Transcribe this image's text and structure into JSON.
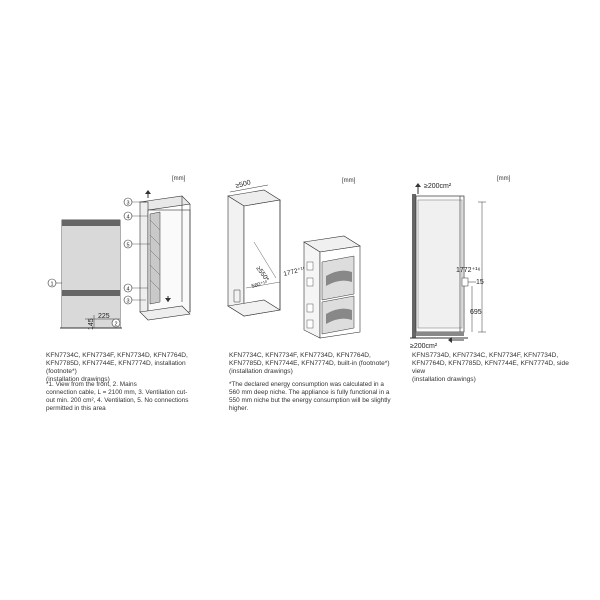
{
  "panels": [
    {
      "unit": "[mm]",
      "dimensions": [
        "225",
        "145"
      ],
      "callouts": [
        "1",
        "2",
        "3",
        "4",
        "5"
      ],
      "caption": "KFN7734C, KFN7734F, KFN7734D, KFN7764D,\nKFN7785D, KFN7744E, KFN7774D, installation (footnote*)\n(installation drawings)",
      "footnote": "*1.            View from the front, 2.          Mains\nconnection cable, L = 2100 mm, 3.        Ventilation cut-\nout min. 200 cm², 4.       Ventilation, 5. No connections\npermitted in this area"
    },
    {
      "unit": "[mm]",
      "dimensions": [
        "≥500",
        "≥550*",
        "1772⁺¹⁶",
        "560⁺¹⁰"
      ],
      "caption": "KFN7734C, KFN7734F, KFN7734D, KFN7764D,\nKFN7785D, KFN7744E, KFN7774D, built-in (footnote*)\n(installation drawings)",
      "footnote": "*The declared energy consumption was calculated in a\n560 mm deep niche. The appliance is fully functional in a\n550 mm niche but the energy consumption will be slightly\nhigher."
    },
    {
      "unit": "[mm]",
      "dimensions": [
        "≥200cm²",
        "1772⁺¹⁶",
        "15",
        "695",
        "≥200cm²"
      ],
      "caption": "KFNS7734D, KFN7734C, KFN7734F, KFN7734D,\nKFN7764D, KFN7785D, KFN7744E, KFN7774D, side view\n(installation drawings)"
    }
  ]
}
